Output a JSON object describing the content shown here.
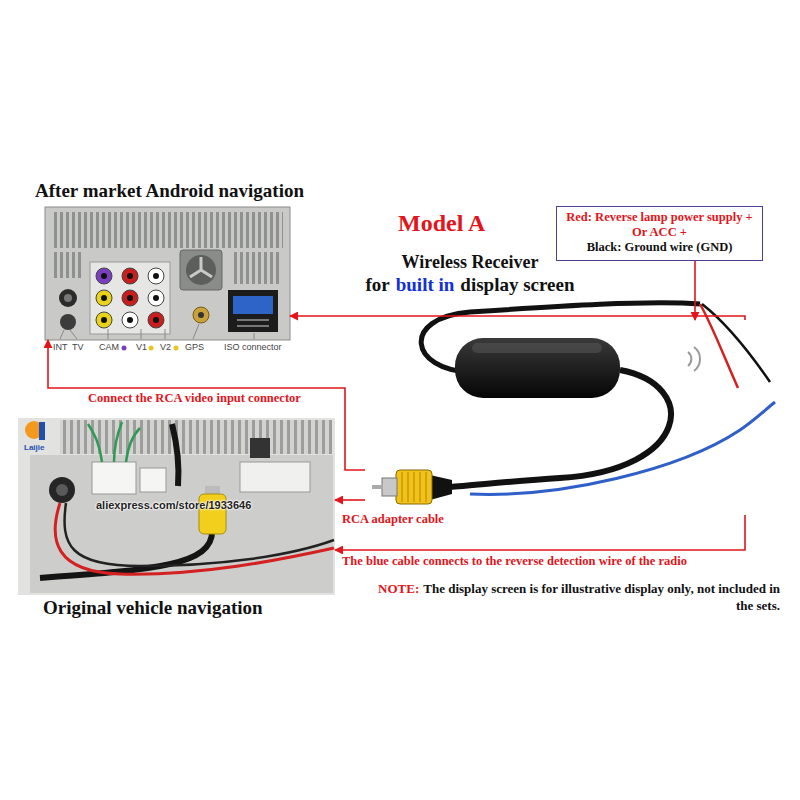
{
  "diagram": {
    "nodes": [
      {
        "text": [
          "After market Android navigation"
        ]
      },
      {
        "text": [
          "Red: Reverse lamp power supply +",
          "Or ACC +",
          "Black: Ground wire (GND)"
        ]
      },
      {
        "text": [
          "Wireless Receiver",
          "for",
          "built in",
          "display screen"
        ]
      },
      {
        "text": [
          "Original vehicle navigation"
        ]
      }
    ],
    "edges": [
      {
        "from": 1,
        "to": 2,
        "arrow": "to"
      },
      {
        "from": 2,
        "to": 0,
        "arrow": "to",
        "label": "Connect the RCA video input connector"
      },
      {
        "from": 2,
        "to": 0,
        "arrow": "to"
      },
      {
        "from": 2,
        "to": 3,
        "arrow": "to",
        "label": "RCA adapter cable"
      },
      {
        "from": 2,
        "to": 3,
        "arrow": "to",
        "label": "The blue cable connects to the reverse detection wire of the radio"
      }
    ],
    "labels": [
      "Model A",
      "INT",
      "TV",
      "CAM",
      "V1",
      "V2",
      "GPS",
      "ISO connector",
      "aliexpress.com/store/1933646",
      "Laijie",
      "NOTE:",
      "The display screen is for illustrative display only, not included in the sets."
    ]
  }
}
